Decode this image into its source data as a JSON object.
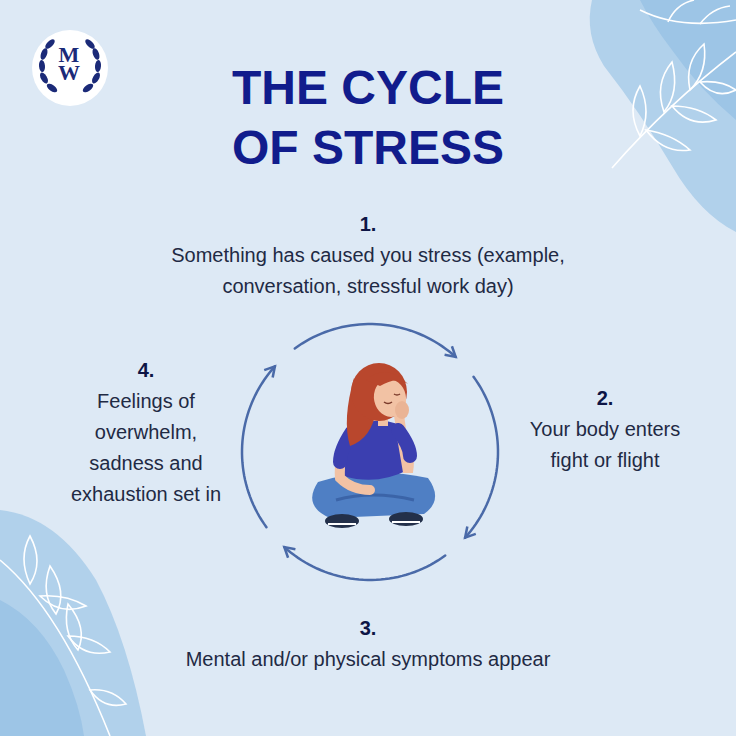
{
  "diagram": {
    "title": "THE CYCLE OF STRESS",
    "nodes": [
      {
        "text": [
          "1.",
          "Something has caused you stress (example, conversation, stressful work day)"
        ]
      },
      {
        "text": [
          "2.",
          "Your body enters fight or flight"
        ]
      },
      {
        "text": [
          "3.",
          "Mental and/or physical symptoms appear"
        ]
      },
      {
        "text": [
          "4.",
          "Feelings of overwhelm, sadness and exhaustion set in"
        ]
      }
    ],
    "edges": [
      {
        "from": 0,
        "to": 1,
        "arrow": "to"
      },
      {
        "from": 1,
        "to": 2,
        "arrow": "to"
      },
      {
        "from": 2,
        "to": 3,
        "arrow": "to"
      },
      {
        "from": 3,
        "to": 0,
        "arrow": "to"
      }
    ],
    "labels": [
      "MW"
    ]
  }
}
